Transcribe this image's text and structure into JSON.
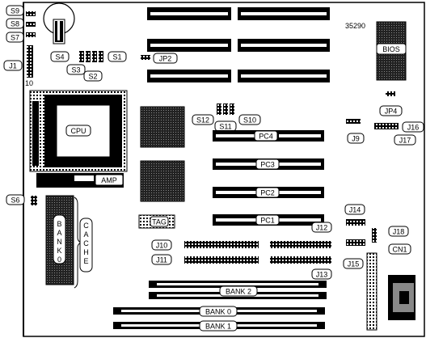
{
  "board": {
    "model_number": "35290",
    "pin_marker": "10",
    "labels": {
      "s9": "S9",
      "s8": "S8",
      "s7": "S7",
      "j1": "J1",
      "s4": "S4",
      "s3": "S3",
      "s2": "S2",
      "s1": "S1",
      "jp2": "JP2",
      "bios": "BIOS",
      "cpu": "CPU",
      "amp": "AMP",
      "s12": "S12",
      "s11": "S11",
      "s10": "S10",
      "pc4": "PC4",
      "pc3": "PC3",
      "pc2": "PC2",
      "pc1": "PC1",
      "jp4": "JP4",
      "j9": "J9",
      "j16": "J16",
      "j17": "J17",
      "s6": "S6",
      "bank0_v": "BANK 0",
      "cache": "CACHE",
      "tag": "TAG",
      "j12": "J12",
      "j14": "J14",
      "j18": "J18",
      "cn1": "CN1",
      "j10": "J10",
      "j11": "J11",
      "j13": "J13",
      "j15": "J15",
      "bank2": "BANK 2",
      "bank0": "BANK 0",
      "bank1": "BANK 1"
    }
  }
}
